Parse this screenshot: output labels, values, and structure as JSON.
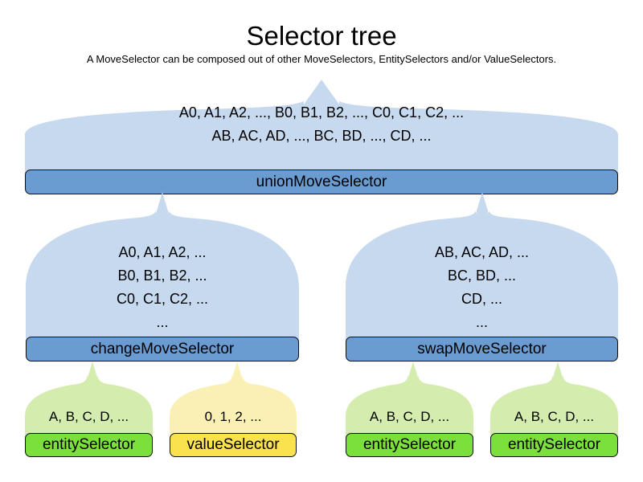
{
  "header": {
    "title": "Selector tree",
    "subtitle": "A MoveSelector can be composed out of other MoveSelectors, EntitySelectors and/or ValueSelectors."
  },
  "colors": {
    "move_body": "#C6D9EF",
    "move_bar": "#6A9BD1",
    "entity_body": "#D4EDAF",
    "entity_bar": "#7CE03C",
    "value_body": "#FAF0B4",
    "value_bar": "#FAE24F",
    "outline": "#111111",
    "background": "#FFFFFF",
    "text": "#000000"
  },
  "nodes": {
    "union": {
      "label": "unionMoveSelector",
      "kind": "move-selector",
      "lines": [
        "A0, A1, A2, ..., B0, B1, B2, ..., C0, C1, C2, ...",
        "AB, AC, AD, ..., BC, BD, ..., CD, ..."
      ]
    },
    "change": {
      "label": "changeMoveSelector",
      "kind": "move-selector",
      "lines": [
        "A0, A1, A2, ...",
        "B0, B1, B2, ...",
        "C0, C1, C2, ...",
        "..."
      ]
    },
    "swap": {
      "label": "swapMoveSelector",
      "kind": "move-selector",
      "lines": [
        "AB, AC, AD, ...",
        "BC, BD, ...",
        "CD, ...",
        "..."
      ]
    },
    "leaf1": {
      "label": "entitySelector",
      "kind": "entity-selector",
      "lines": [
        "A, B, C, D, ..."
      ]
    },
    "leaf2": {
      "label": "valueSelector",
      "kind": "value-selector",
      "lines": [
        "0, 1, 2, ..."
      ]
    },
    "leaf3": {
      "label": "entitySelector",
      "kind": "entity-selector",
      "lines": [
        "A, B, C, D, ..."
      ]
    },
    "leaf4": {
      "label": "entitySelector",
      "kind": "entity-selector",
      "lines": [
        "A, B, C, D, ..."
      ]
    }
  },
  "edges": [
    {
      "from": "change",
      "to": "union"
    },
    {
      "from": "swap",
      "to": "union"
    },
    {
      "from": "leaf1",
      "to": "change"
    },
    {
      "from": "leaf2",
      "to": "change"
    },
    {
      "from": "leaf3",
      "to": "swap"
    },
    {
      "from": "leaf4",
      "to": "swap"
    }
  ]
}
